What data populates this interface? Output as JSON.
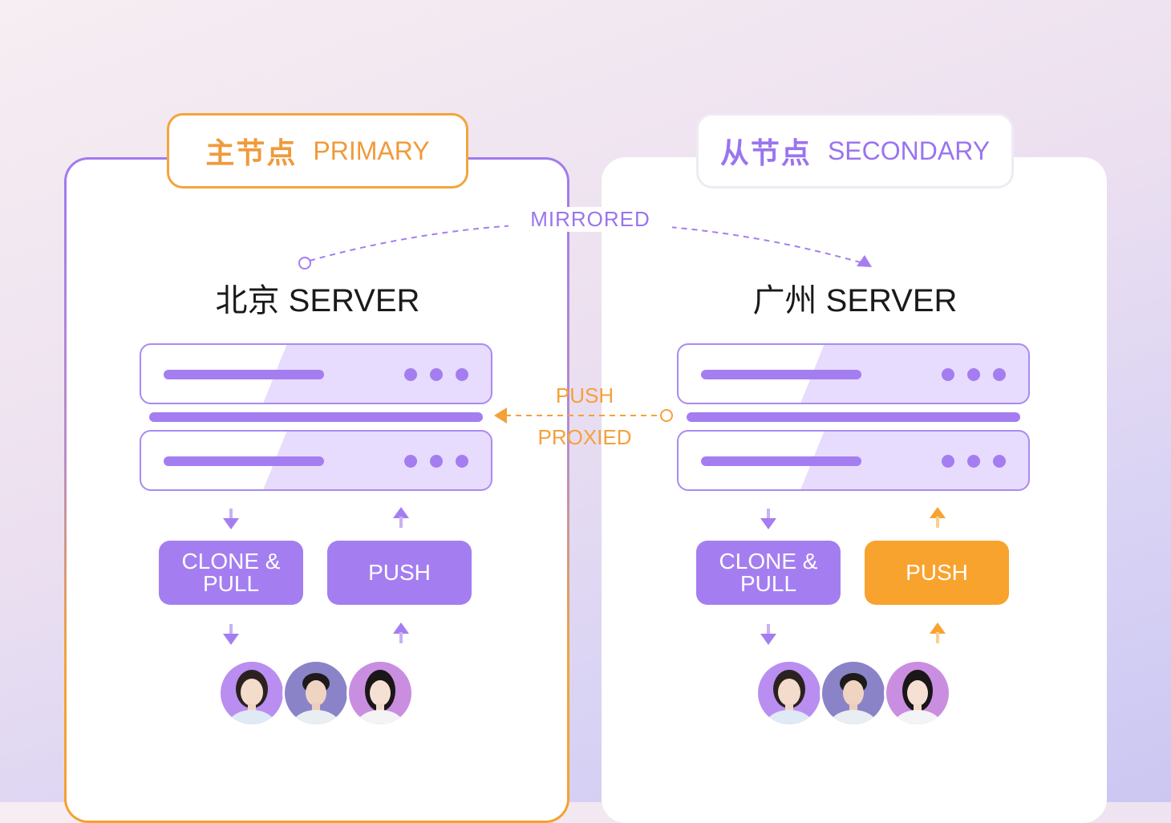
{
  "primary": {
    "tab": {
      "cn": "主节点",
      "en": "PRIMARY"
    },
    "server_title": "北京 SERVER",
    "actions": {
      "clone_pull": "CLONE & PULL",
      "push": "PUSH"
    }
  },
  "secondary": {
    "tab": {
      "cn": "从节点",
      "en": "SECONDARY"
    },
    "server_title": "广州 SERVER",
    "actions": {
      "clone_pull": "CLONE & PULL",
      "push": "PUSH"
    }
  },
  "connections": {
    "mirrored": "MIRRORED",
    "push": "PUSH",
    "proxied": "PROXIED"
  },
  "colors": {
    "accent_purple": "#a47ef0",
    "accent_orange": "#f8a32e",
    "unit_fill": "#e7dcfd"
  },
  "icons": [
    "arrow-down-icon",
    "arrow-up-icon",
    "avatar-woman-icon",
    "avatar-man-icon"
  ]
}
